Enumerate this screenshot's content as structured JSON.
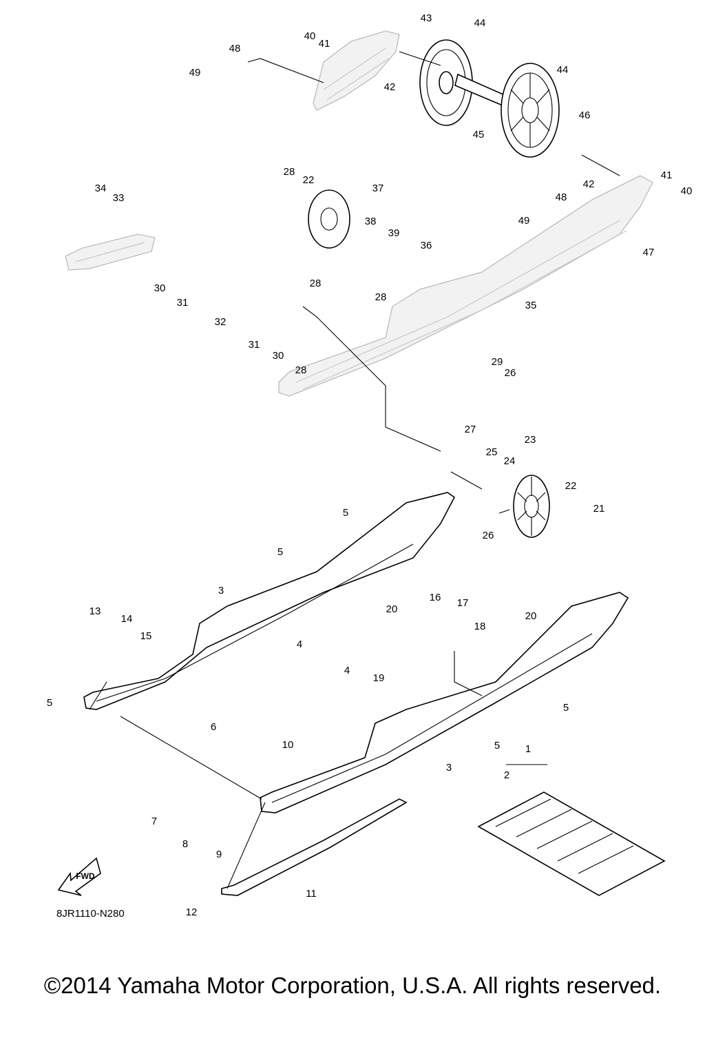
{
  "diagram": {
    "code": "8JR1110-N280",
    "fwd_label": "FWD",
    "copyright": "©2014 Yamaha Motor Corporation, U.S.A. All rights reserved.",
    "callouts": [
      {
        "text": "1"
      },
      {
        "text": "2"
      },
      {
        "text": "3"
      },
      {
        "text": "3"
      },
      {
        "text": "4"
      },
      {
        "text": "4"
      },
      {
        "text": "5"
      },
      {
        "text": "5"
      },
      {
        "text": "5"
      },
      {
        "text": "5"
      },
      {
        "text": "5"
      },
      {
        "text": "6"
      },
      {
        "text": "7"
      },
      {
        "text": "8"
      },
      {
        "text": "9"
      },
      {
        "text": "10"
      },
      {
        "text": "11"
      },
      {
        "text": "12"
      },
      {
        "text": "13"
      },
      {
        "text": "14"
      },
      {
        "text": "15"
      },
      {
        "text": "16"
      },
      {
        "text": "17"
      },
      {
        "text": "18"
      },
      {
        "text": "19"
      },
      {
        "text": "20"
      },
      {
        "text": "20"
      },
      {
        "text": "21"
      },
      {
        "text": "22"
      },
      {
        "text": "22"
      },
      {
        "text": "23"
      },
      {
        "text": "24"
      },
      {
        "text": "25"
      },
      {
        "text": "26"
      },
      {
        "text": "26"
      },
      {
        "text": "27"
      },
      {
        "text": "28"
      },
      {
        "text": "28"
      },
      {
        "text": "28"
      },
      {
        "text": "28"
      },
      {
        "text": "29"
      },
      {
        "text": "30"
      },
      {
        "text": "30"
      },
      {
        "text": "31"
      },
      {
        "text": "31"
      },
      {
        "text": "32"
      },
      {
        "text": "33"
      },
      {
        "text": "34"
      },
      {
        "text": "35"
      },
      {
        "text": "36"
      },
      {
        "text": "37"
      },
      {
        "text": "38"
      },
      {
        "text": "39"
      },
      {
        "text": "40"
      },
      {
        "text": "40"
      },
      {
        "text": "41"
      },
      {
        "text": "41"
      },
      {
        "text": "42"
      },
      {
        "text": "42"
      },
      {
        "text": "43"
      },
      {
        "text": "44"
      },
      {
        "text": "44"
      },
      {
        "text": "45"
      },
      {
        "text": "46"
      },
      {
        "text": "47"
      },
      {
        "text": "48"
      },
      {
        "text": "48"
      },
      {
        "text": "49"
      },
      {
        "text": "49"
      }
    ]
  }
}
